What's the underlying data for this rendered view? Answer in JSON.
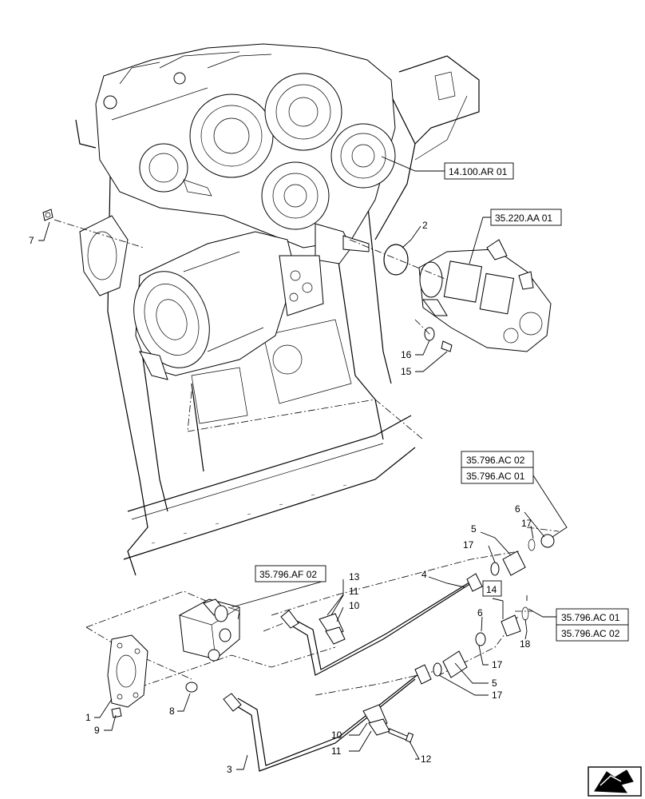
{
  "references": {
    "r_14100ar01": "14.100.AR 01",
    "r_35220aa01": "35.220.AA 01",
    "r_35796ac02_top": "35.796.AC 02",
    "r_35796ac01_top": "35.796.AC 01",
    "r_35796af02": "35.796.AF 02",
    "r_35796ac01_right": "35.796.AC 01",
    "r_35796ac02_right": "35.796.AC 02",
    "r_14_box": "14"
  },
  "callouts": {
    "c1": "1",
    "c2": "2",
    "c3": "3",
    "c4": "4",
    "c5a": "5",
    "c5b": "5",
    "c6a": "6",
    "c6b": "6",
    "c7": "7",
    "c8": "8",
    "c9": "9",
    "c10a": "10",
    "c10b": "10",
    "c11a": "11",
    "c11b": "11",
    "c12": "12",
    "c13": "13",
    "c15": "15",
    "c16": "16",
    "c17a": "17",
    "c17b": "17",
    "c17c": "17",
    "c17d": "17",
    "c18": "18"
  },
  "icons": {
    "nav": "arrow-next-icon"
  }
}
